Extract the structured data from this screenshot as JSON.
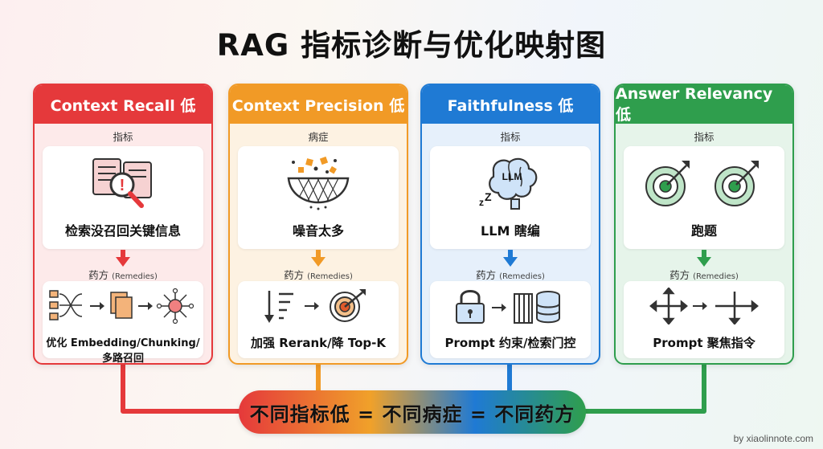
{
  "title": "RAG 指标诊断与优化映射图",
  "cards": [
    {
      "header": "Context Recall 低",
      "top_label": "指标",
      "top_icon": "document-magnifier-icon",
      "top_text": "检索没召回关键信息",
      "remedy_label": "药方",
      "remedy_label_en": "(Remedies)",
      "remedy_icon": "embedding-chunking-network-icon",
      "remedy_text": "优化 Embedding/Chunking/多路召回",
      "color": "#e5393b",
      "tint": "#fdeaea"
    },
    {
      "header": "Context Precision 低",
      "top_label": "病症",
      "top_icon": "noisy-bowl-icon",
      "top_text": "噪音太多",
      "remedy_label": "药方",
      "remedy_label_en": "(Remedies)",
      "remedy_icon": "rerank-target-icon",
      "remedy_text": "加强 Rerank/降 Top-K",
      "color": "#f19a26",
      "tint": "#fdf2e2"
    },
    {
      "header": "Faithfulness 低",
      "top_label": "指标",
      "top_icon": "sleeping-llm-brain-icon",
      "top_text": "LLM 瞎编",
      "top_icon_text": "LLM",
      "remedy_label": "药方",
      "remedy_label_en": "(Remedies)",
      "remedy_icon": "lock-gate-database-icon",
      "remedy_text": "Prompt 约束/检索门控",
      "color": "#1f7ad4",
      "tint": "#e6f0fb"
    },
    {
      "header": "Answer Relevancy 低",
      "top_label": "指标",
      "top_icon": "missed-target-icon",
      "top_text": "跑题",
      "remedy_label": "药方",
      "remedy_label_en": "(Remedies)",
      "remedy_icon": "focus-arrows-icon",
      "remedy_text": "Prompt 聚焦指令",
      "color": "#2f9e4d",
      "tint": "#e6f4ea"
    }
  ],
  "banner": "不同指标低 = 不同病症 = 不同药方",
  "footer": "by xiaolinnote.com"
}
